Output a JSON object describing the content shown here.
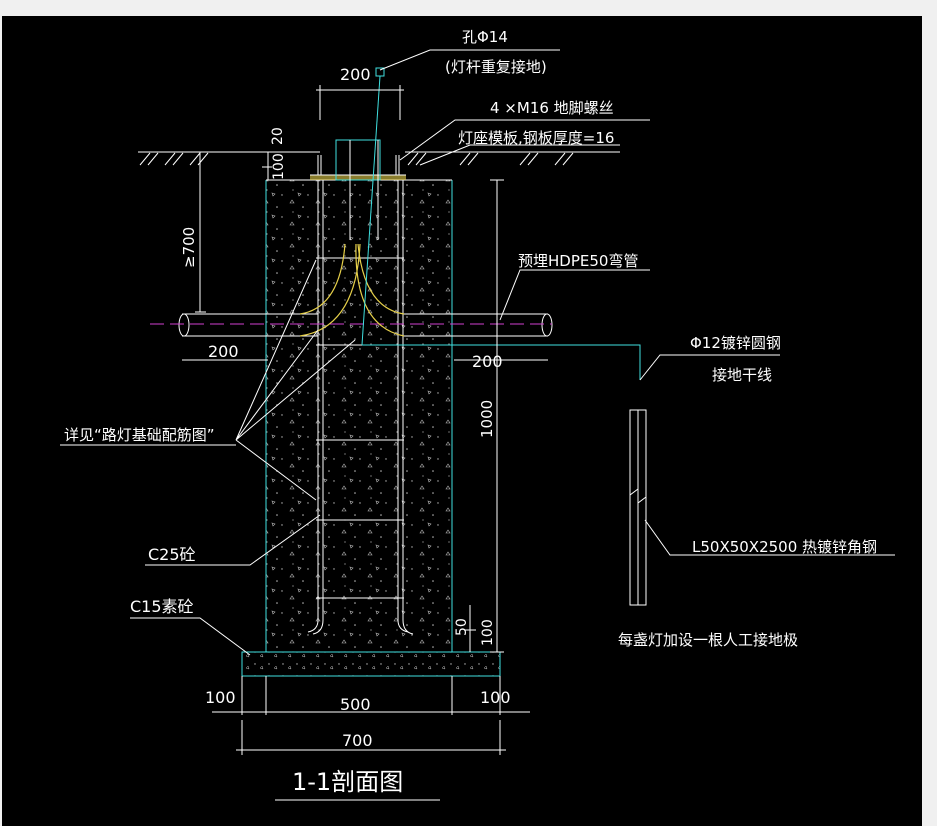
{
  "title": "1-1剖面图",
  "labels": {
    "hole": "孔Φ14",
    "hole_note": "(灯杆重复接地)",
    "bolts": "4 ×M16 地脚螺丝",
    "plate": "灯座模板,钢板厚度=16",
    "pipe": "预埋HDPE50弯管",
    "ground_wire": "Φ12镀锌圆钢",
    "ground_wire_note": "接地干线",
    "rebar_ref": "详见“路灯基础配筋图”",
    "concrete": "C25砼",
    "plain_concrete": "C15素砼",
    "angle_steel": "L50X50X2500 热镀锌角钢",
    "electrode_note": "每盏灯加设一根人工接地极"
  },
  "dimensions": {
    "top_200": "200",
    "d20": "20",
    "d100": "100",
    "depth": "≥700",
    "pipe_left_200": "200",
    "pipe_right_200": "200",
    "height_1000": "1000",
    "d50": "50",
    "d100_bottom": "100",
    "bottom_left_100": "100",
    "bottom_500": "500",
    "bottom_right_100": "100",
    "bottom_700": "700"
  },
  "colors": {
    "background": "#000000",
    "line": "#ffffff",
    "cyan": "#3fe0e0",
    "pipe_curve": "#e6d04a",
    "centerline": "#d040d0"
  }
}
